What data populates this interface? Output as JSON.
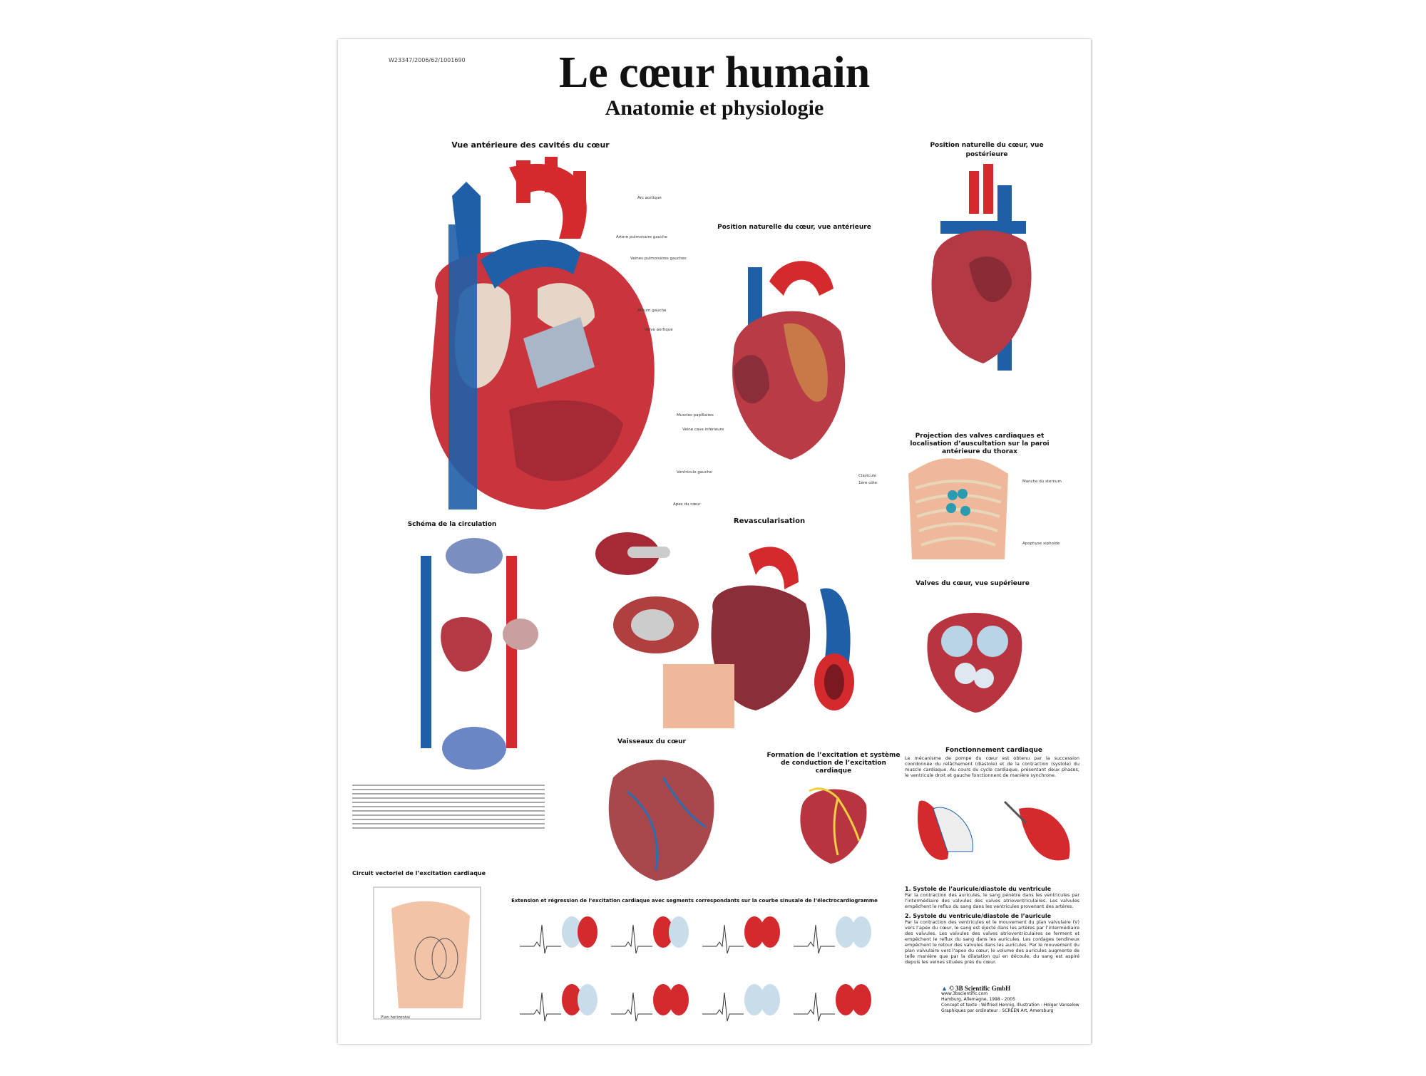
{
  "poster": {
    "code": "W23347/2006/62/1001690",
    "title": "Le cœur humain",
    "subtitle": "Anatomie et physiologie"
  },
  "sections": {
    "anterior_cavities": {
      "title": "Vue antérieure des cavités du cœur",
      "labels": [
        "Arc aortique",
        "Artère pulmonaire gauche",
        "Veines pulmonaires gauches",
        "Atrium gauche",
        "Valve aortique",
        "Muscles papillaires",
        "Veine cave inférieure",
        "Ventricule gauche",
        "Apex du cœur"
      ]
    },
    "posterior_view": {
      "title": "Position naturelle du cœur, vue postérieure"
    },
    "anterior_view": {
      "title": "Position naturelle du cœur, vue antérieure"
    },
    "projection": {
      "title": "Projection des valves cardiaques et localisation d’auscultation sur la paroi antérieure du thorax",
      "labels": [
        "Clavicule",
        "1ère côte",
        "Manche du sternum",
        "Apophyse xiphoïde"
      ]
    },
    "circulation": {
      "title": "Schéma de la circulation"
    },
    "revascularisation": {
      "title": "Revascularisation"
    },
    "valves_top": {
      "title": "Valves du cœur, vue supérieure"
    },
    "vessels": {
      "title": "Vaisseaux du cœur"
    },
    "conduction": {
      "title": "Formation de l’excitation et système de conduction de l’excitation cardiaque"
    },
    "function": {
      "title": "Fonctionnement cardiaque",
      "text": "Le mécanisme de pompe du cœur est obtenu par la succession coordonnée du relâchement (diastole) et de la contraction (systole) du muscle cardiaque. Au cours du cycle cardiaque, présentant deux phases, le ventricule droit et gauche fonctionnent de manière synchrone.",
      "phase1_title": "1. Systole de l’auricule/diastole du ventricule",
      "phase1_text": "Par la contraction des auricules, le sang pénètre dans les ventricules par l’intermédiaire des valvules des valves atrioventriculaires. Les valvules empêchent le reflux du sang dans les ventricules provenant des artères.",
      "phase2_title": "2. Systole du ventricule/diastole de l’auricule",
      "phase2_text": "Par la contraction des ventricules et le mouvement du plan valvulaire (V) vers l’apex du cœur, le sang est éjecté dans les artères par l’intermédiaire des valvules. Les valvules des valves atrioventriculaires se ferment et empêchent le reflux du sang dans les auricules. Les cordages tendineux empêchent le retour des valvules dans les auricules. Par le mouvement du plan valvulaire vers l’apex du cœur, le volume des auricules augmente de telle manière que par la dilatation qui en découle, du sang est aspiré depuis les veines situées près du cœur."
    },
    "vector": {
      "title": "Circuit vectoriel de l’excitation cardiaque",
      "labels": [
        "Plan horizontal"
      ]
    },
    "ecg": {
      "title": "Extension et régression de l’excitation cardiaque avec segments correspondants sur la courbe sinusale de l’électrocardiogramme"
    }
  },
  "credits": {
    "company": "© 3B Scientific GmbH",
    "web": "www.3bscientific.com",
    "place": "Hamburg, Allemagne, 1998 - 2005",
    "concept": "Concept et texte : Wilfried Hennig, Illustration : Holger Vanselow",
    "graphics": "Graphiques par ordinateur : SCREEN Art, Amersburg"
  },
  "colors": {
    "artery": "#d42a2e",
    "vein": "#1f5fa8",
    "muscle": "#b8353f",
    "skin": "#f0b89a"
  }
}
